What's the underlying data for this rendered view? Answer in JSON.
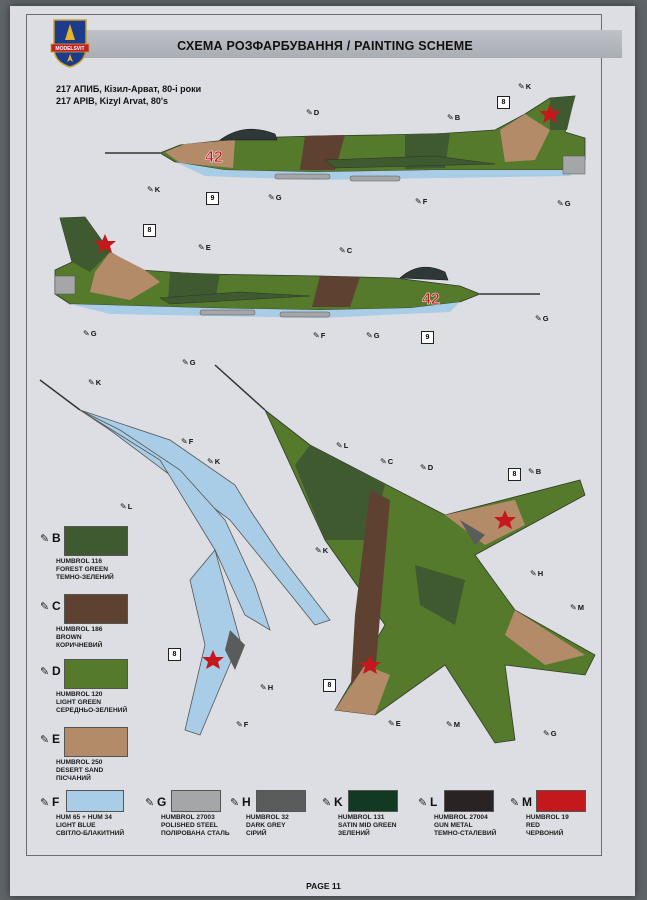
{
  "header": {
    "title": "СХЕМА РОЗФАРБУВАННЯ / PAINTING SCHEME",
    "logo_text": "MODELSVIT"
  },
  "unit": {
    "line_ua": "217 АПИБ, Кізил-Арват, 80-і роки",
    "line_en": "217 APIB, Kizyl Arvat, 80's"
  },
  "aircraft": {
    "nose_number": "42",
    "decal_star": "8",
    "decal_number": "9"
  },
  "colors": {
    "forest_green": "#3f5a30",
    "brown": "#5e4131",
    "light_green": "#557a2b",
    "desert_sand": "#b48b69",
    "light_blue": "#a9cde6",
    "polished_steel": "#a5a6a8",
    "dark_grey": "#5a5c5b",
    "satin_mid_green": "#123a22",
    "gun_metal": "#2a2323",
    "red": "#c4181c"
  },
  "paints": [
    {
      "code": "B",
      "lines": [
        "HUMBROL 116",
        "FOREST GREEN",
        "ТЕМНО-ЗЕЛЕНИЙ"
      ],
      "color": "#3f5a30"
    },
    {
      "code": "C",
      "lines": [
        "HUMBROL 186",
        "BROWN",
        "КОРИЧНЕВИЙ"
      ],
      "color": "#5e4131"
    },
    {
      "code": "D",
      "lines": [
        "HUMBROL 120",
        "LIGHT GREEN",
        "СЕРЕДНЬО-ЗЕЛЕНИЙ"
      ],
      "color": "#557a2b"
    },
    {
      "code": "E",
      "lines": [
        "HUMBROL 250",
        "DESERT SAND",
        "ПІСЧАНИЙ"
      ],
      "color": "#b48b69"
    },
    {
      "code": "F",
      "lines": [
        "HUM 65 + HUM 34",
        "LIGHT BLUE",
        "СВІТЛО-БЛАКИТНИЙ"
      ],
      "color": "#a9cde6"
    },
    {
      "code": "G",
      "lines": [
        "HUMBROL 27003",
        "POLISHED STEEL",
        "ПОЛІРОВАНА СТАЛЬ"
      ],
      "color": "#a5a6a8"
    },
    {
      "code": "H",
      "lines": [
        "HUMBROL 32",
        "DARK GREY",
        "СІРИЙ"
      ],
      "color": "#5a5c5b"
    },
    {
      "code": "K",
      "lines": [
        "HUMBROL 131",
        "SATIN MID GREEN",
        "ЗЕЛЕНИЙ"
      ],
      "color": "#123a22"
    },
    {
      "code": "L",
      "lines": [
        "HUMBROL 27004",
        "GUN METAL",
        "ТЕМНО-СТАЛЕВИЙ"
      ],
      "color": "#2a2323"
    },
    {
      "code": "M",
      "lines": [
        "HUMBROL 19",
        "RED",
        "ЧЕРВОНИЙ"
      ],
      "color": "#c4181c"
    }
  ],
  "callouts": {
    "k": "K",
    "b": "B",
    "c": "C",
    "d": "D",
    "e": "E",
    "f": "F",
    "g": "G",
    "h": "H",
    "l": "L",
    "m": "M"
  },
  "footer": {
    "page": "PAGE 11"
  }
}
